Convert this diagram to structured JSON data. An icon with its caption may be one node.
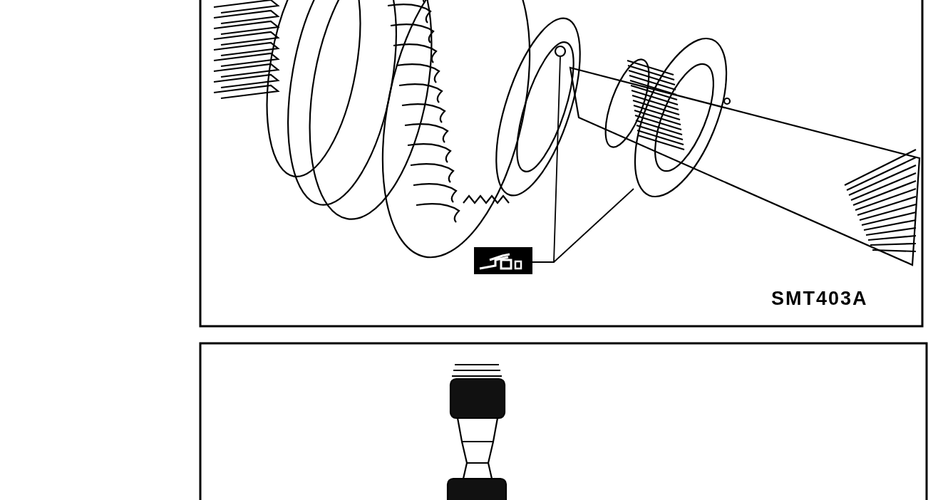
{
  "diagram": {
    "nodes": [
      {
        "text": [],
        "shape": "picture"
      },
      {
        "text": [],
        "shape": "circle"
      },
      {
        "text": [],
        "shape": "ring"
      }
    ],
    "edges": [
      {
        "from": 0,
        "to": 1,
        "arrow": "none"
      },
      {
        "from": 0,
        "to": 2,
        "arrow": "none"
      }
    ],
    "labels": [
      "SMT403A"
    ]
  }
}
